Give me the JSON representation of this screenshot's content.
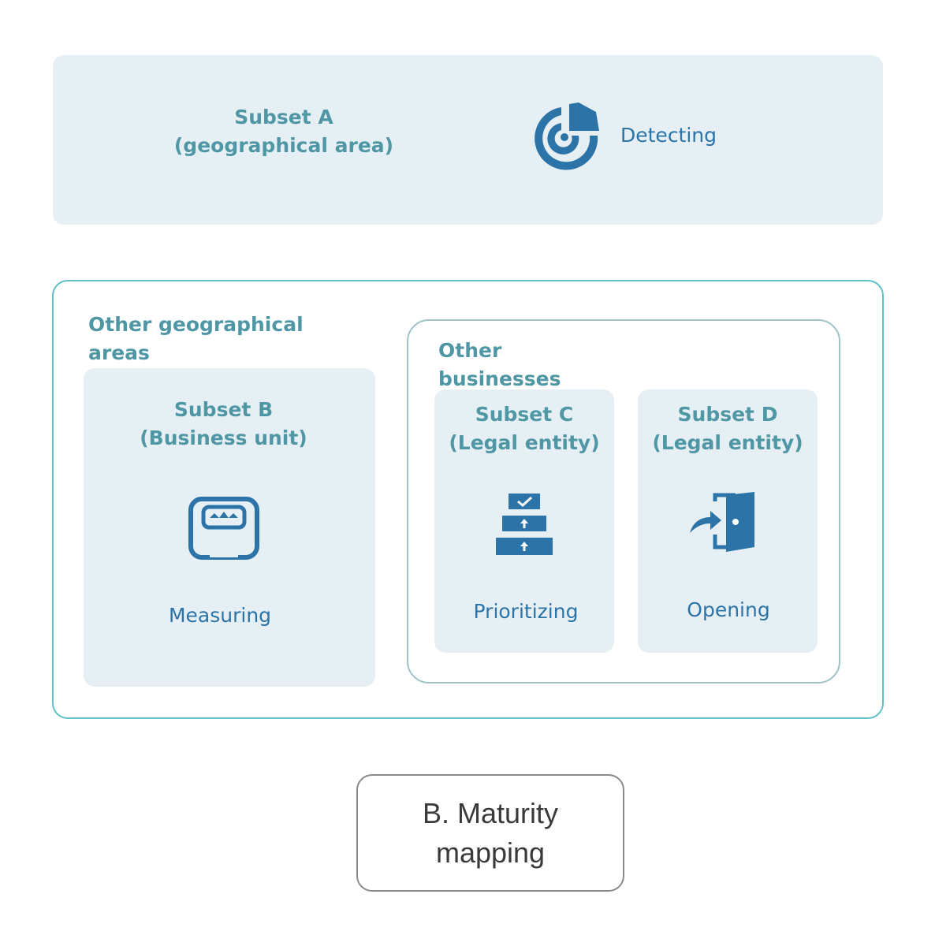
{
  "subset_a": {
    "title_line1": "Subset A",
    "title_line2": "(geographical area)",
    "label": "Detecting",
    "icon": "radar-icon"
  },
  "outer_group": {
    "title": "Other geographical areas"
  },
  "subset_b": {
    "title_line1": "Subset B",
    "title_line2": "(Business unit)",
    "label": "Measuring",
    "icon": "scale-icon"
  },
  "inner_group": {
    "title": "Other businesses"
  },
  "subset_c": {
    "title_line1": "Subset C",
    "title_line2": "(Legal entity)",
    "label": "Prioritizing",
    "icon": "stacked-priority-icon"
  },
  "subset_d": {
    "title_line1": "Subset D",
    "title_line2": "(Legal entity)",
    "label": "Opening",
    "icon": "door-enter-icon"
  },
  "caption": {
    "line1": "B. Maturity",
    "line2": "mapping"
  },
  "colors": {
    "panel_fill": "#e6f0f4",
    "title_teal": "#4f97a5",
    "icon_blue": "#2c73a7",
    "outer_border": "#5fc1c8",
    "inner_border": "#9ec3c9"
  }
}
